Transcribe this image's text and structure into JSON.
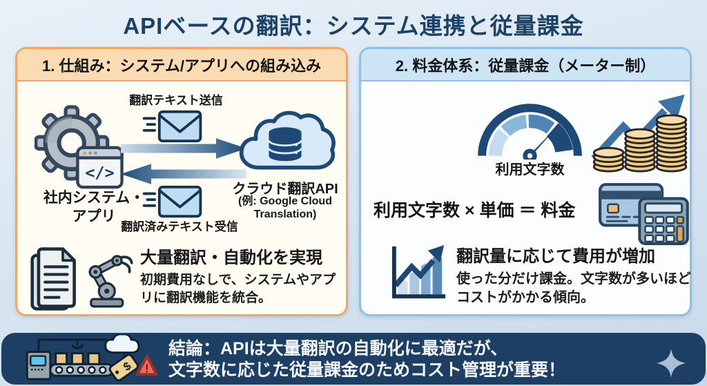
{
  "title": "APIベースの翻訳：システム連携と従量課金",
  "left_panel": {
    "header": "1. 仕組み：システム/アプリへの組み込み",
    "send_label": "翻訳テキスト送信",
    "receive_label": "翻訳済みテキスト受信",
    "system_label": "社内システム・\nアプリ",
    "api_label": "クラウド翻訳API",
    "api_sublabel": "(例: Google Cloud\nTranslation)",
    "benefit_title": "大量翻訳・自動化を実現",
    "benefit_desc": "初期費用なしで、システムやアプリに翻訳機能を統合。"
  },
  "right_panel": {
    "header": "2. 料金体系：従量課金（メーター制）",
    "gauge_label": "利用文字数",
    "formula": "利用文字数 × 単価 ＝ 料金",
    "cost_title": "翻訳量に応じて費用が増加",
    "cost_desc": "使った分だけ課金。文字数が多いほどコストがかかる傾向。"
  },
  "footer": {
    "line1": "結論：APIは大量翻訳の自動化に最適だが、",
    "line2": "文字数に応じた従量課金のためコスト管理が重要！"
  },
  "icons": {
    "code_glyph": "</>",
    "tag_symbol": "$",
    "warning_symbol": "!"
  },
  "colors": {
    "accent_navy": "#1e4976",
    "title_navy": "#1c4166",
    "left_border": "#f0a766",
    "left_header_bg": "#fbdcb2",
    "right_border": "#8cc0e6",
    "right_header_bg": "#cde4f5",
    "footer_bg": "#1c3f63",
    "coin_gold": "#f3cf82",
    "warning_red": "#ee6a60"
  }
}
